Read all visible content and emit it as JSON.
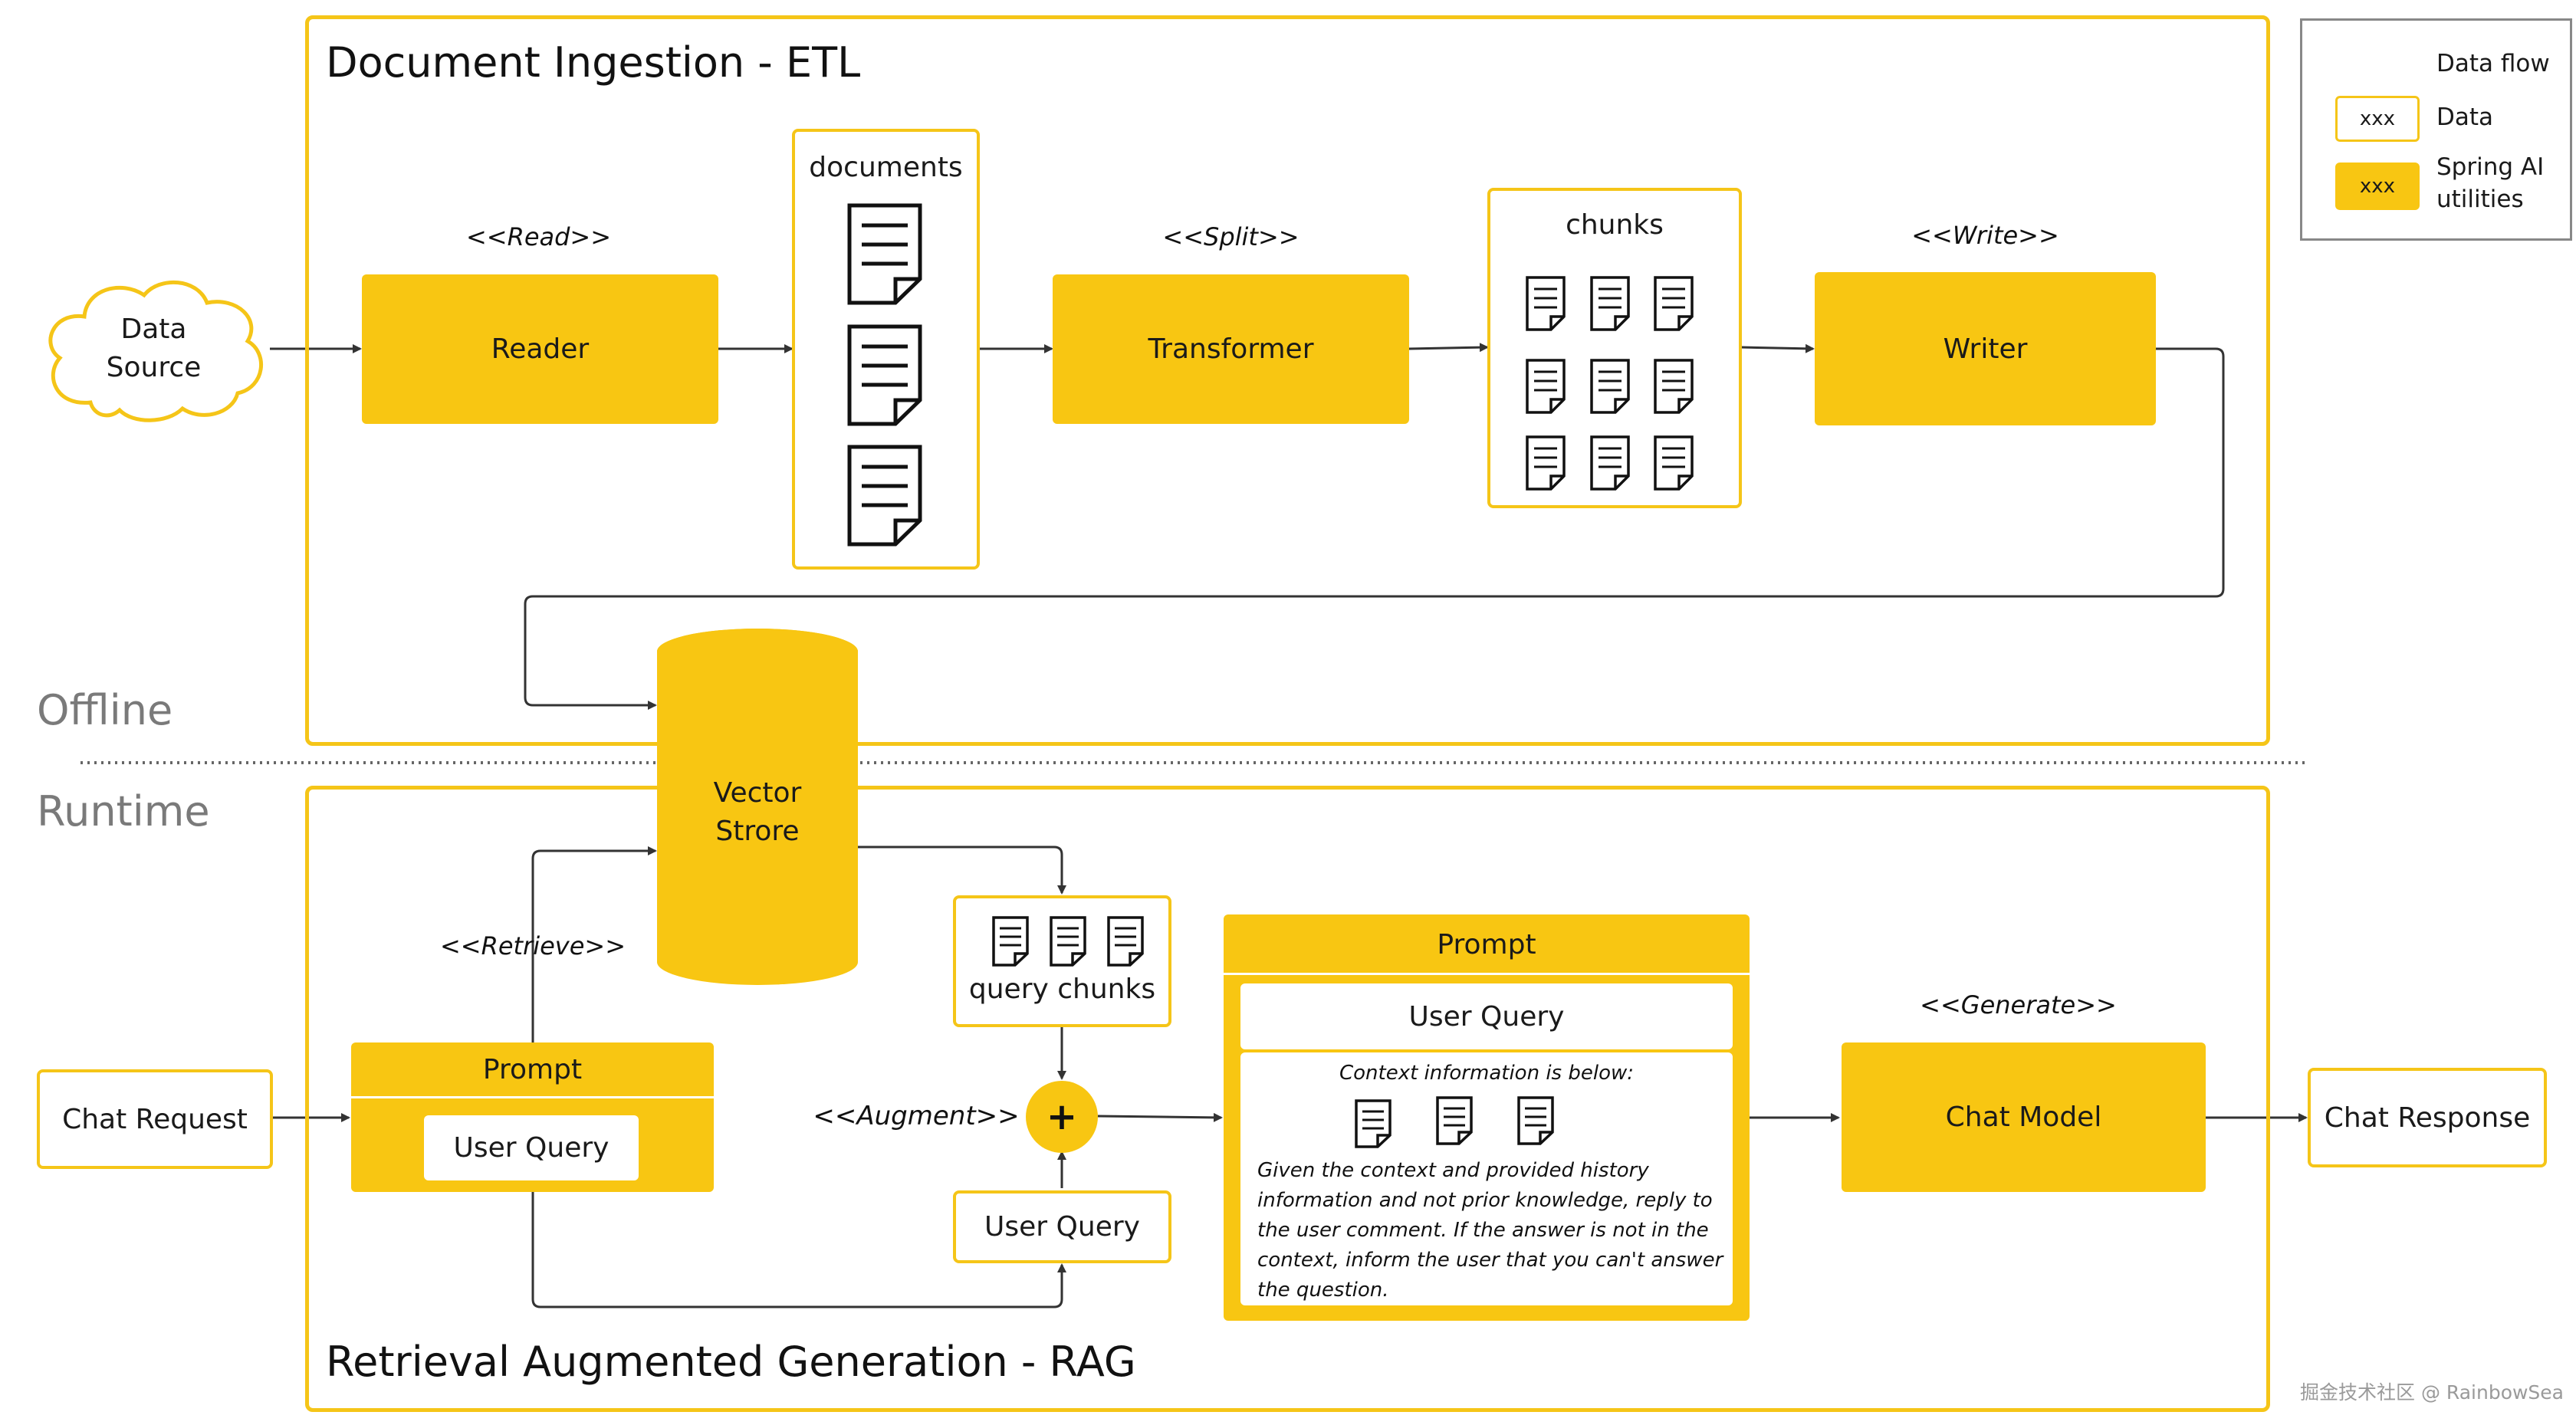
{
  "legend": {
    "data_flow": "Data flow",
    "data_box": "xxx",
    "data_label": "Data",
    "spring_box": "xxx",
    "spring_label_1": "Spring AI",
    "spring_label_2": "utilities"
  },
  "etl": {
    "title": "Document Ingestion - ETL",
    "source_line1": "Data",
    "source_line2": "Source",
    "read_stereo": "<<Read>>",
    "reader": "Reader",
    "documents": "documents",
    "split_stereo": "<<Split>>",
    "transformer": "Transformer",
    "chunks": "chunks",
    "write_stereo": "<<Write>>",
    "writer": "Writer"
  },
  "divider": {
    "offline": "Offline",
    "runtime": "Runtime"
  },
  "store": {
    "line1": "Vector",
    "line2": "Strore"
  },
  "rag": {
    "title": "Retrieval Augmented Generation - RAG",
    "chat_request": "Chat Request",
    "retrieve_stereo": "<<Retrieve>>",
    "prompt_header": "Prompt",
    "user_query": "User Query",
    "query_chunks": "query chunks",
    "augment_stereo": "<<Augment>>",
    "plus": "+",
    "user_query_bottom": "User Query",
    "prompt2_header": "Prompt",
    "prompt2_user_query": "User Query",
    "context_info": "Context information is below:",
    "instruction": "Given the context and provided history information and not prior knowledge, reply to the user comment. If the answer is not in the context, inform the user that you can't answer the question.",
    "generate_stereo": "<<Generate>>",
    "chat_model": "Chat Model",
    "chat_response": "Chat Response"
  },
  "watermark": "掘金技术社区 @ RainbowSea",
  "colors": {
    "accent": "#f8c612",
    "frame": "#f5c518",
    "muted": "#7a7a7a"
  }
}
